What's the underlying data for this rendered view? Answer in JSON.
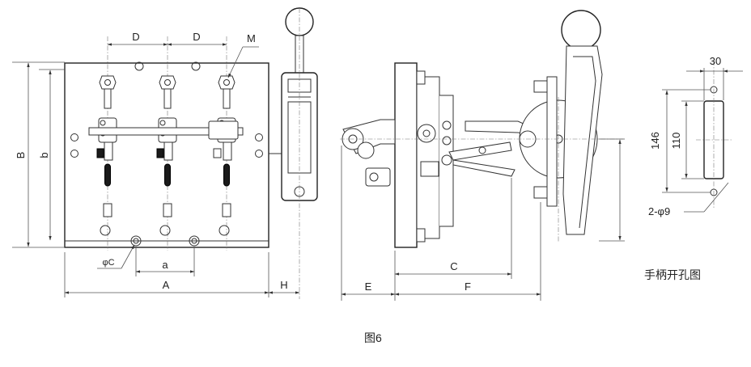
{
  "figure": {
    "caption": "图6",
    "handle_hole_caption": "手柄开孔图"
  },
  "labels": {
    "D1": "D",
    "D2": "D",
    "M": "M",
    "B": "B",
    "b": "b",
    "phiC": "φC",
    "a": "a",
    "A": "A",
    "H": "H",
    "E": "E",
    "C": "C",
    "F": "F"
  },
  "handle_hole": {
    "width": "30",
    "height_outer": "146",
    "height_inner": "110",
    "holes": "2-φ9"
  }
}
